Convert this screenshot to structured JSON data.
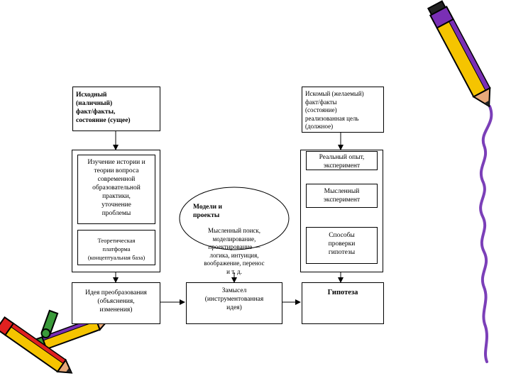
{
  "boxes": {
    "source_fact": "Исходный\n(наличный)\nфакт/факты,\nсостояние (сущее)",
    "target_fact": "Искомый (желаемый)\nфакт/факты\n(состояние)\nреализованная цель\n(должное)",
    "study_history": "Изучение истории и\nтеории вопроса\nсовременной\nобразовательной\nпрактики,\nуточнение\nпроблемы",
    "theoretical_platform": "Теоретическая\nплатформа\n(концептуальная база)",
    "transformation_idea": "Идея преобразования\n(объяснения,\nизменения)",
    "models_projects": "Модели и\nпроекты",
    "mental_search": "Мысленный поиск,\nмоделирование,\nпроектирование —\nлогика, интуиция,\nвоображение, перенос\nи т. д.",
    "concept": "Замысел\n(инструментованная\nидея)",
    "real_experience": "Реальный опыт,\nэксперимент",
    "mental_experiment": "Мысленный\nэксперимент",
    "verification_methods": "Способы\nпроверки\nгипотезы",
    "hypothesis": "Гипотеза"
  },
  "colors": {
    "line": "#000000",
    "pencil_body": "#f5c400",
    "pencil_stripe": "#7a2fb5",
    "pencil_tip": "#e8a878",
    "eraser": "#e02020",
    "clip_green": "#3a9a3a",
    "squiggle": "#7b3fb8"
  },
  "decorations": {
    "top_right": "pencil-with-purple-squiggle",
    "bottom_left": "pencils-bundle"
  }
}
